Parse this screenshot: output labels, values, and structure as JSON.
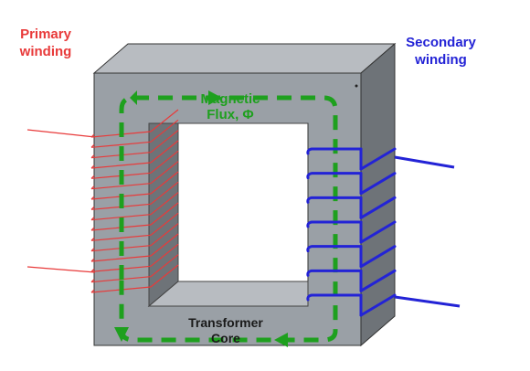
{
  "labels": {
    "primary_line1": "Primary",
    "primary_line2": "winding",
    "secondary_line1": "Secondary",
    "secondary_line2": "winding",
    "flux_line1": "Magnetic",
    "flux_line2": "Flux, Φ",
    "core_line1": "Transformer",
    "core_line2": "Core"
  },
  "colors": {
    "primary": "#e83a3a",
    "secondary": "#2323d6",
    "flux": "#1ea01e",
    "core_face": "#9aa0a6",
    "core_top": "#b8bcc1",
    "core_side": "#6e7378",
    "window_back": "#ffffff"
  },
  "windings": {
    "primary_turns": 16,
    "secondary_turns": 7
  }
}
